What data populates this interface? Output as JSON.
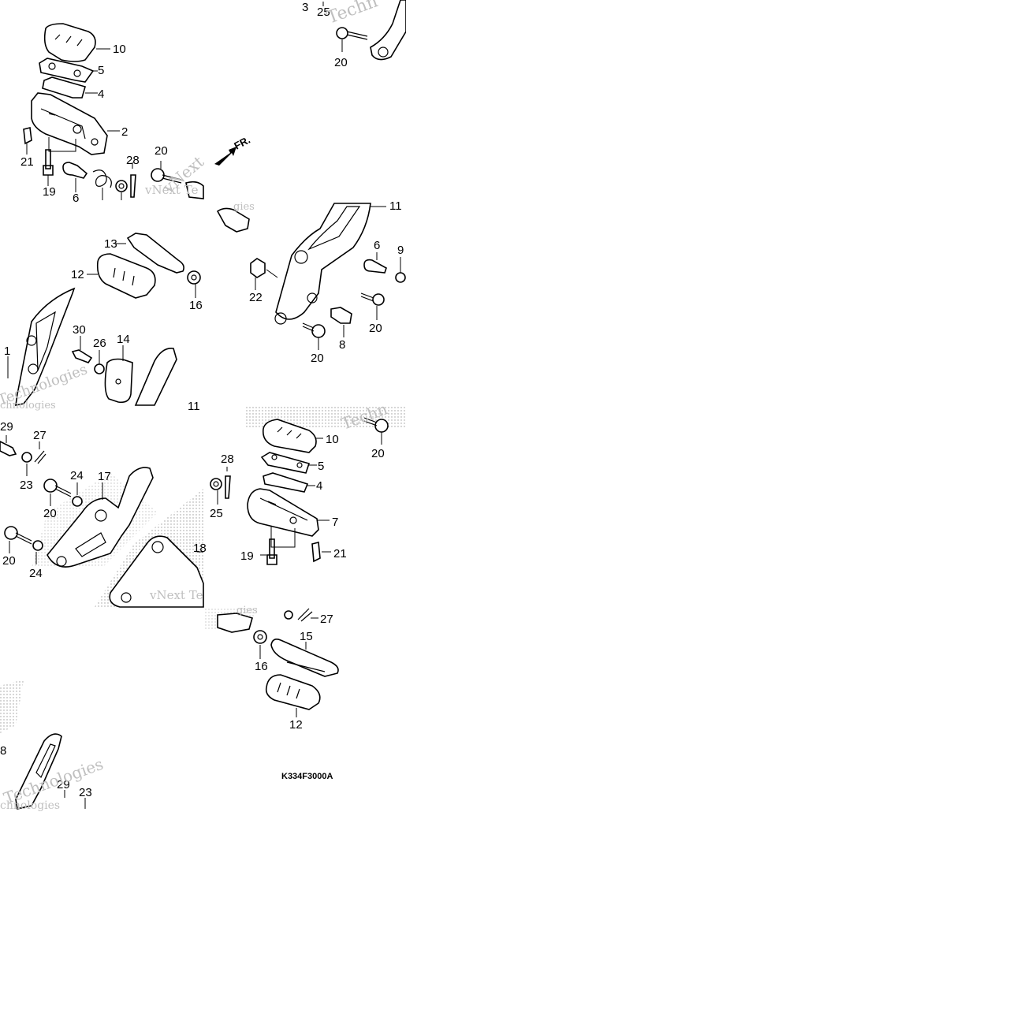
{
  "diagram": {
    "direction_label": "FR.",
    "drawing_code": "K334F3000A",
    "watermark_text": "vNext Technologies",
    "watermark_fragments": [
      "Techn",
      "vNext Te",
      "vNext Te",
      "Technologies",
      "Techn",
      "chnologies",
      "Technologies",
      "vNext",
      "gies",
      "chnologies",
      "gies"
    ],
    "colors": {
      "line": "#000000",
      "background": "#ffffff",
      "watermark": "#bfbfbf"
    },
    "callouts": [
      "10",
      "5",
      "4",
      "2",
      "21",
      "19",
      "6",
      "28",
      "20",
      "3",
      "25",
      "20",
      "13",
      "12",
      "16",
      "1",
      "30",
      "26",
      "14",
      "11",
      "11",
      "6",
      "9",
      "22",
      "20",
      "8",
      "20",
      "29",
      "27",
      "23",
      "20",
      "24",
      "17",
      "20",
      "24",
      "18",
      "28",
      "25",
      "10",
      "5",
      "4",
      "7",
      "19",
      "21",
      "20",
      "27",
      "15",
      "16",
      "12",
      "8",
      "29",
      "23"
    ]
  }
}
